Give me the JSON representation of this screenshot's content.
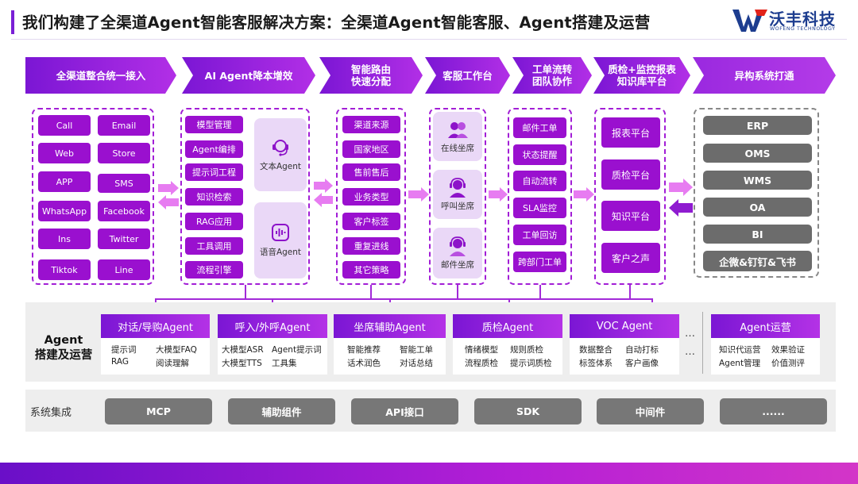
{
  "header": {
    "title": "我们构建了全渠道Agent智能客服解决方案：全渠道Agent智能客服、Agent搭建及运营",
    "logo_name": "沃丰科技",
    "logo_sub": "WOFENG TECHNOLOGY"
  },
  "colors": {
    "accent": "#9a10cf",
    "grey": "#6c6c6c",
    "brand": "#1d3d8f"
  },
  "stages": [
    {
      "label": "全渠道整合统一接入"
    },
    {
      "label": "AI Agent降本增效"
    },
    {
      "label": "智能路由\n快速分配"
    },
    {
      "label": "客服工作台"
    },
    {
      "label": "工单流转\n团队协作"
    },
    {
      "label": "质检+监控报表\n知识库平台"
    },
    {
      "label": "异构系统打通"
    }
  ],
  "channels": [
    "Call",
    "Email",
    "Web",
    "Store",
    "APP",
    "SMS",
    "WhatsApp",
    "Facebook",
    "Ins",
    "Twitter",
    "Tiktok",
    "Line"
  ],
  "ai_capabilities": [
    "模型管理",
    "Agent编排",
    "提示词工程",
    "知识检索",
    "RAG应用",
    "工具调用",
    "流程引擎"
  ],
  "agents": [
    {
      "label": "文本Agent",
      "icon": "headset-icon"
    },
    {
      "label": "语音Agent",
      "icon": "voice-wave-icon"
    }
  ],
  "routing": [
    "渠道来源",
    "国家地区",
    "售前售后",
    "业务类型",
    "客户标签",
    "重复进线",
    "其它策略"
  ],
  "workbench": [
    {
      "label": "在线坐席",
      "icon": "online-agents-icon"
    },
    {
      "label": "呼叫坐席",
      "icon": "call-agent-icon"
    },
    {
      "label": "邮件坐席",
      "icon": "mail-agent-icon"
    }
  ],
  "tickets": [
    "邮件工单",
    "状态提醒",
    "自动流转",
    "SLA监控",
    "工单回访",
    "跨部门工单"
  ],
  "platforms": [
    "报表平台",
    "质检平台",
    "知识平台",
    "客户之声"
  ],
  "systems": [
    "ERP",
    "OMS",
    "WMS",
    "OA",
    "BI",
    "企微&钉钉&飞书"
  ],
  "build": {
    "title": "Agent\n搭建及运营",
    "agents": [
      {
        "name": "对话/导购Agent",
        "items": [
          "提示词",
          "大模型FAQ",
          "RAG",
          "阅读理解"
        ]
      },
      {
        "name": "呼入/外呼Agent",
        "items": [
          "大模型ASR",
          "Agent提示词",
          "大模型TTS",
          "工具集"
        ]
      },
      {
        "name": "坐席辅助Agent",
        "items": [
          "智能推荐",
          "智能工单",
          "话术润色",
          "对话总结"
        ]
      },
      {
        "name": "质检Agent",
        "items": [
          "情绪模型",
          "规则质检",
          "流程质检",
          "提示词质检"
        ]
      },
      {
        "name": "VOC Agent",
        "items": [
          "数据整合",
          "自动打标",
          "标签体系",
          "客户画像"
        ]
      }
    ],
    "ellipsis": "…",
    "ops": {
      "name": "Agent运营",
      "items": [
        "知识代运营",
        "效果验证",
        "Agent管理",
        "价值测评"
      ]
    }
  },
  "integration": {
    "label": "系统集成",
    "items": [
      "MCP",
      "辅助组件",
      "API接口",
      "SDK",
      "中间件",
      "......"
    ]
  }
}
